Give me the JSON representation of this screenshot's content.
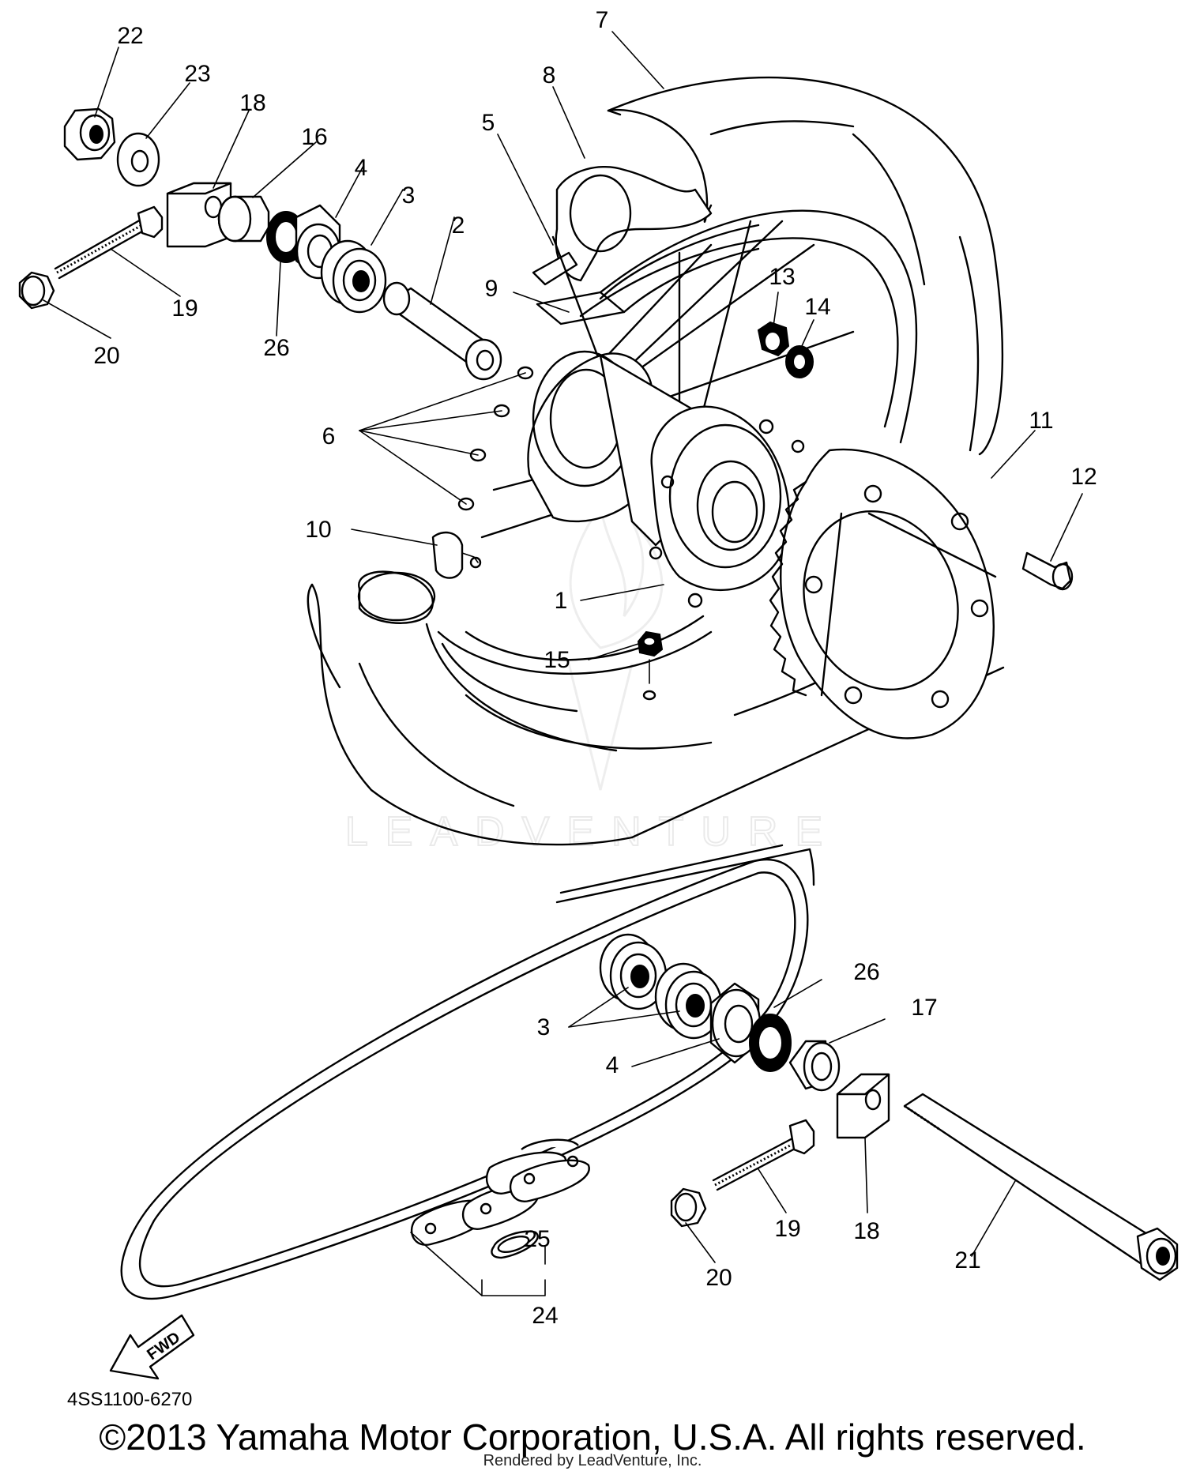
{
  "diagram": {
    "figure_code": "4SS1100-6270",
    "watermark": "LEADVENTURE",
    "fwd_arrow_label": "FWD",
    "callouts": {
      "c1": "1",
      "c2": "2",
      "c3a": "3",
      "c3b": "3",
      "c4a": "4",
      "c4b": "4",
      "c5": "5",
      "c6": "6",
      "c7": "7",
      "c8": "8",
      "c9": "9",
      "c10": "10",
      "c11": "11",
      "c12": "12",
      "c13": "13",
      "c14": "14",
      "c15": "15",
      "c16": "16",
      "c17": "17",
      "c18a": "18",
      "c18b": "18",
      "c19a": "19",
      "c19b": "19",
      "c20a": "20",
      "c20b": "20",
      "c21": "21",
      "c22": "22",
      "c23": "23",
      "c24": "24",
      "c25": "25",
      "c26a": "26",
      "c26b": "26"
    }
  },
  "footer": {
    "copyright": "©2013 Yamaha Motor Corporation, U.S.A. All rights reserved.",
    "rendered_by": "Rendered by LeadVenture, Inc."
  }
}
